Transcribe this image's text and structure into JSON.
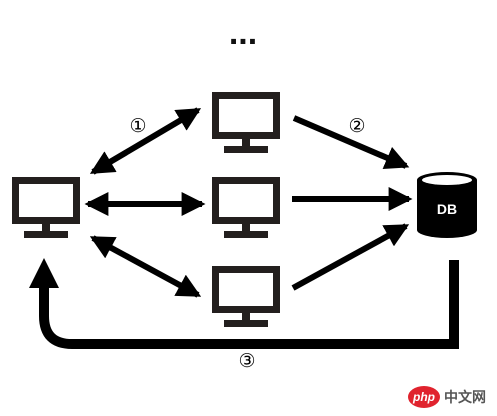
{
  "diagram": {
    "ellipsis": "...",
    "labels": {
      "step1": "①",
      "step2": "②",
      "step3": "③"
    },
    "database": {
      "label": "DB"
    },
    "watermark": {
      "logo": "php",
      "text": "中文网"
    },
    "colors": {
      "ink": "#231f1e",
      "arrow": "#000000",
      "background": "#ffffff",
      "watermark_red": "#e0232e"
    }
  }
}
